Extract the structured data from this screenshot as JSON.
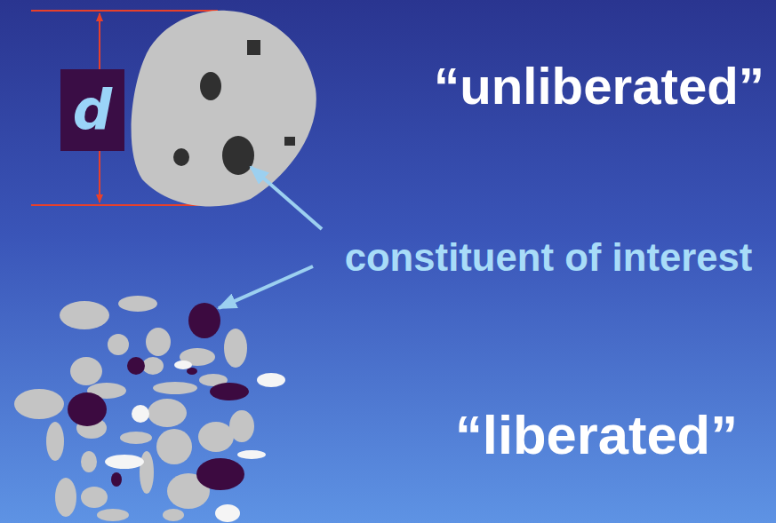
{
  "diagram": {
    "nodes": [
      {
        "text": [
          "d"
        ]
      }
    ],
    "labels": [
      "“unliberated”",
      "constituent of interest",
      "“liberated”"
    ]
  }
}
